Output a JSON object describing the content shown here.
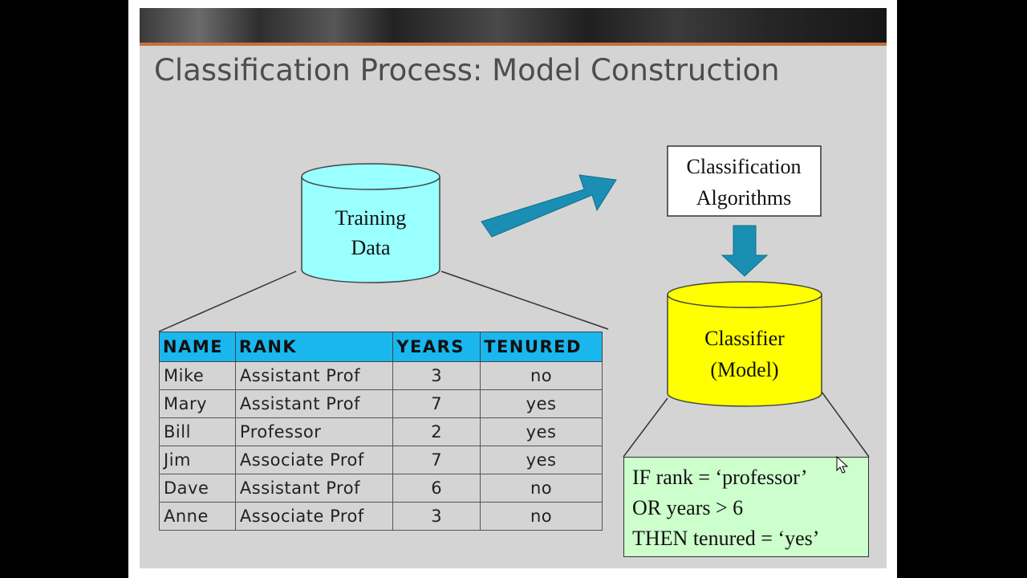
{
  "slide": {
    "title": "Classification Process: Model Construction"
  },
  "training_data": {
    "line1": "Training",
    "line2": "Data",
    "color": "#99ffff"
  },
  "algorithms": {
    "line1": "Classification",
    "line2": "Algorithms"
  },
  "classifier": {
    "line1": "Classifier",
    "line2": "(Model)",
    "color": "#ffff00"
  },
  "table": {
    "headers": [
      "NAME",
      "RANK",
      "YEARS",
      "TENURED"
    ],
    "rows": [
      [
        "Mike",
        "Assistant Prof",
        "3",
        "no"
      ],
      [
        "Mary",
        "Assistant Prof",
        "7",
        "yes"
      ],
      [
        "Bill",
        "Professor",
        "2",
        "yes"
      ],
      [
        "Jim",
        "Associate Prof",
        "7",
        "yes"
      ],
      [
        "Dave",
        "Assistant Prof",
        "6",
        "no"
      ],
      [
        "Anne",
        "Associate Prof",
        "3",
        "no"
      ]
    ],
    "header_color": "#1ab7ee"
  },
  "rule": {
    "line1": "IF rank = ‘professor’",
    "line2": "OR years > 6",
    "line3": "THEN tenured = ‘yes’"
  },
  "colors": {
    "arrow": "#1a8fb3",
    "rule_box": "#ccffcc"
  }
}
